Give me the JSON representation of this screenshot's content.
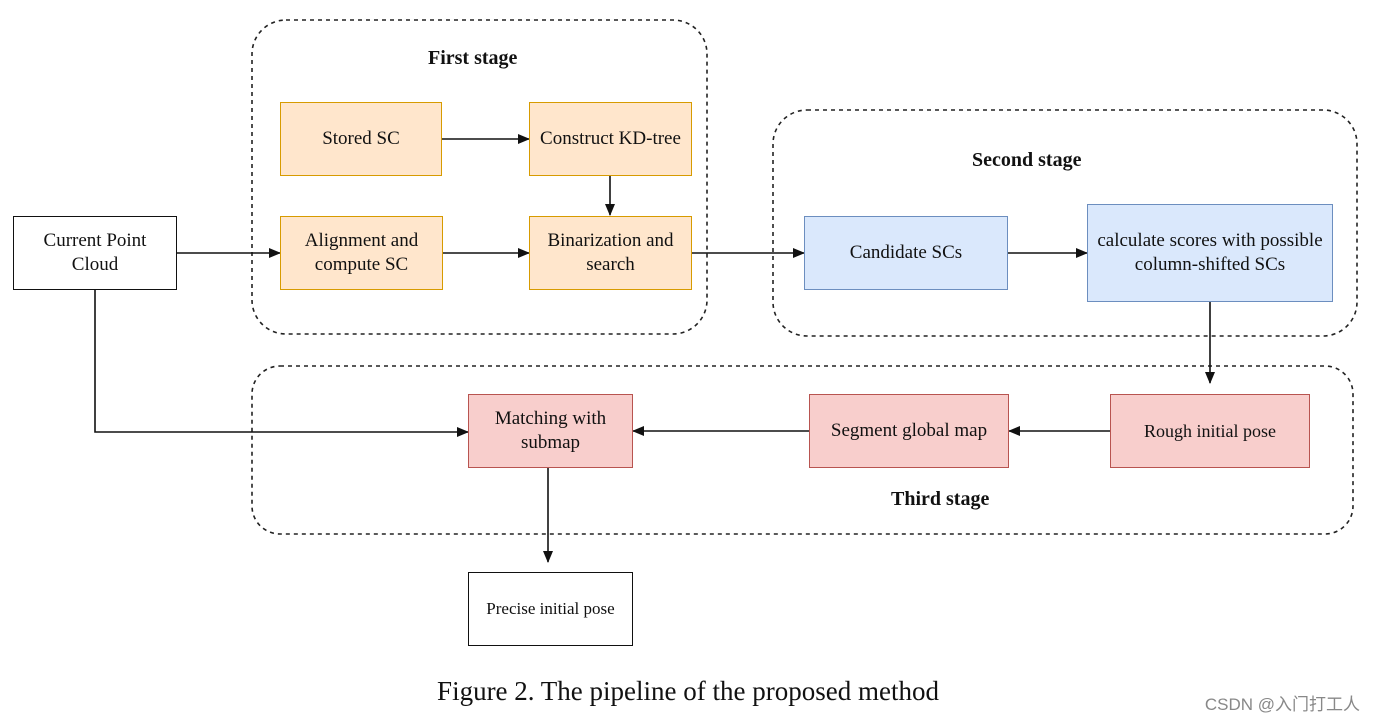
{
  "stages": {
    "first": "First stage",
    "second": "Second stage",
    "third": "Third stage"
  },
  "nodes": {
    "current_point_cloud": "Current Point Cloud",
    "stored_sc": "Stored SC",
    "construct_kd_tree": "Construct KD-tree",
    "alignment_compute_sc": "Alignment and compute SC",
    "binarization_search": "Binarization and search",
    "candidate_scs": "Candidate SCs",
    "calculate_scores": "calculate scores with possible column-shifted SCs",
    "rough_initial_pose": "Rough initial pose",
    "segment_global_map": "Segment global map",
    "matching_submap": "Matching with submap",
    "precise_initial_pose": "Precise initial pose"
  },
  "colors": {
    "first_stage_fill": "#ffe6cc",
    "first_stage_border": "#d79b00",
    "second_stage_fill": "#dae8fc",
    "second_stage_border": "#6c8ebf",
    "third_stage_fill": "#f8cecc",
    "third_stage_border": "#b85450"
  },
  "edges": [
    [
      "stored_sc",
      "construct_kd_tree"
    ],
    [
      "construct_kd_tree",
      "binarization_search"
    ],
    [
      "current_point_cloud",
      "alignment_compute_sc"
    ],
    [
      "alignment_compute_sc",
      "binarization_search"
    ],
    [
      "binarization_search",
      "candidate_scs"
    ],
    [
      "candidate_scs",
      "calculate_scores"
    ],
    [
      "calculate_scores",
      "rough_initial_pose"
    ],
    [
      "rough_initial_pose",
      "segment_global_map"
    ],
    [
      "segment_global_map",
      "matching_submap"
    ],
    [
      "current_point_cloud",
      "matching_submap"
    ],
    [
      "matching_submap",
      "precise_initial_pose"
    ]
  ],
  "caption": "Figure 2. The pipeline of the proposed method",
  "watermark": "CSDN @入门打工人"
}
